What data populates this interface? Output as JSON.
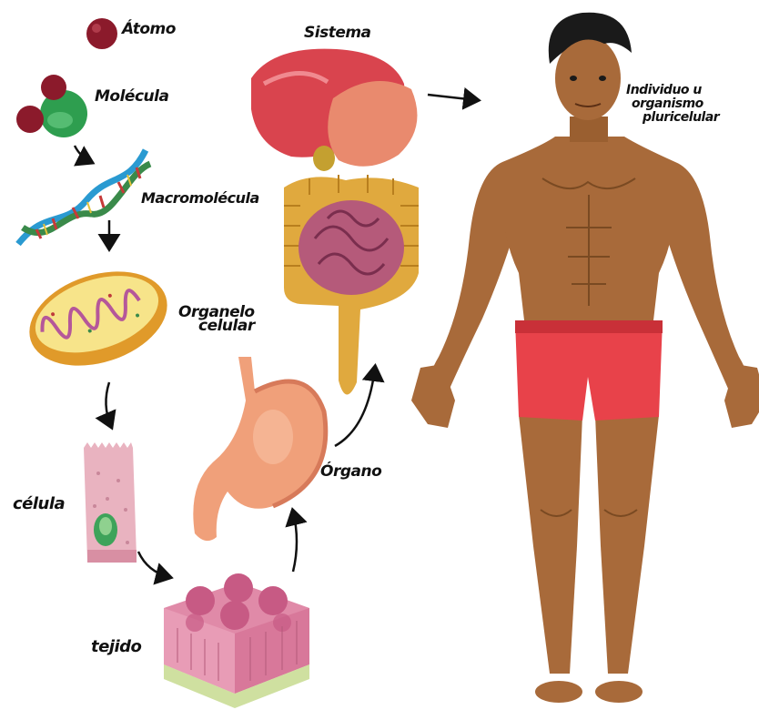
{
  "labels": {
    "atomo": "Átomo",
    "molecula": "Molécula",
    "macromolecula": "Macromolécula",
    "organelo_line1": "Organelo",
    "organelo_line2": "celular",
    "celula": "célula",
    "tejido": "tejido",
    "organo": "Órgano",
    "sistema": "Sistema",
    "individuo_line1": "Individuo u",
    "individuo_line2": "organismo",
    "individuo_line3": "pluricelular"
  },
  "colors": {
    "atom": "#8b1a2b",
    "molecule_center": "#2e9e4f",
    "dna_blue": "#2a9ad1",
    "dna_red": "#c63a3a",
    "dna_yellow": "#e6c33a",
    "mitochondria": "#f2c43a",
    "cell": "#e9b3c0",
    "nucleus": "#3ea35a",
    "tissue": "#e08aa8",
    "stomach": "#f0a07a",
    "liver": "#d9444e",
    "intestine": "#e0a93e",
    "small_intestine": "#b55a7a",
    "skin": "#a86a3a",
    "shorts": "#e8424a",
    "hair": "#1a1a1a",
    "arrow": "#111111"
  },
  "icons": [
    "atom-icon",
    "molecule-icon",
    "dna-icon",
    "mitochondrion-icon",
    "cell-icon",
    "tissue-icon",
    "stomach-icon",
    "digestive-system-icon",
    "human-body-icon"
  ]
}
